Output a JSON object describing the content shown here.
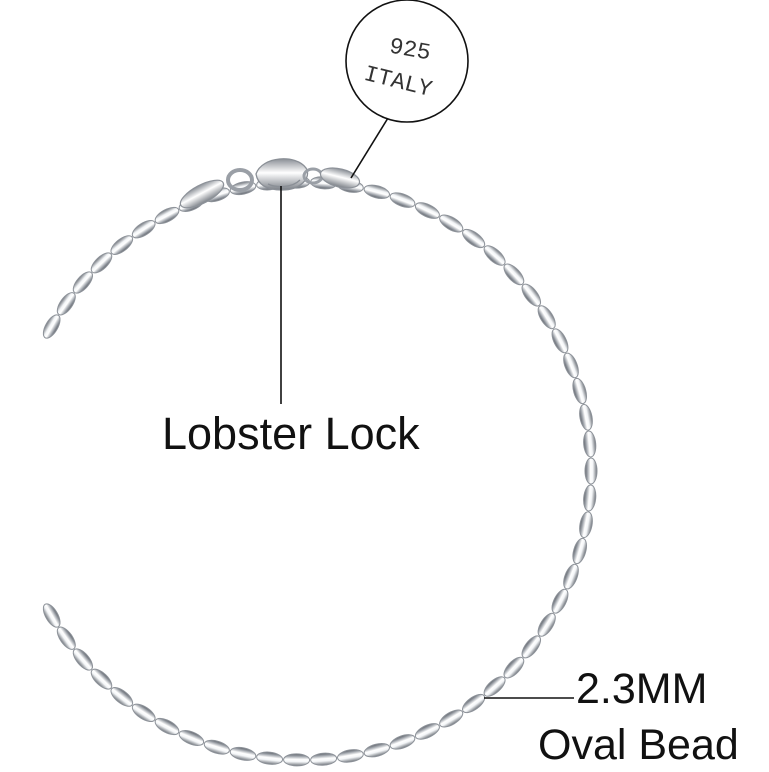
{
  "product_image": {
    "subject": "sterling silver oval bead chain bracelet",
    "metal_color": "#c8ccd2",
    "background": "#ffffff"
  },
  "stamp_callout": {
    "line1": "925",
    "line2": "ITALY"
  },
  "callouts": {
    "clasp": "Lobster Lock",
    "bead_size": "2.3MM",
    "bead_type": "Oval Bead"
  }
}
